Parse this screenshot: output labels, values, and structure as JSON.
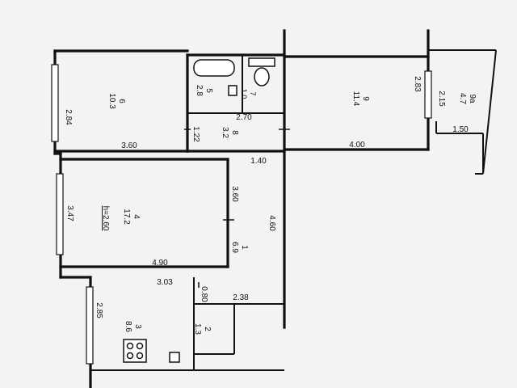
{
  "rooms": [
    {
      "id": "r6",
      "number": "6",
      "area": "10.3"
    },
    {
      "id": "r5",
      "number": "5",
      "area": "2.8"
    },
    {
      "id": "r7",
      "number": "7",
      "area": "1.0"
    },
    {
      "id": "r8",
      "number": "8",
      "area": "3.2"
    },
    {
      "id": "r9",
      "number": "9",
      "area": "11.4"
    },
    {
      "id": "r9a",
      "number": "9a",
      "area": "4.7"
    },
    {
      "id": "r4",
      "number": "4",
      "area": "17.2"
    },
    {
      "id": "r1",
      "number": "1",
      "area": "6.9"
    },
    {
      "id": "r3",
      "number": "3",
      "area": "8.6"
    },
    {
      "id": "r2",
      "number": "2",
      "area": "1.3"
    }
  ],
  "dimensions": {
    "d_2_84": "2.84",
    "d_3_60_top": "3.60",
    "d_2_70": "2.70",
    "d_1_22": "1.22",
    "d_4_00": "4.00",
    "d_2_83": "2.83",
    "d_2_15": "2.15",
    "d_1_50": "1.50",
    "d_1_40": "1.40",
    "d_3_60_mid": "3.60",
    "d_4_60": "4.60",
    "d_3_47": "3.47",
    "d_4_90": "4.90",
    "d_3_03": "3.03",
    "d_0_80": "0.80",
    "d_2_38": "2.38",
    "d_2_85": "2.85"
  },
  "height_note": "h=2.60"
}
